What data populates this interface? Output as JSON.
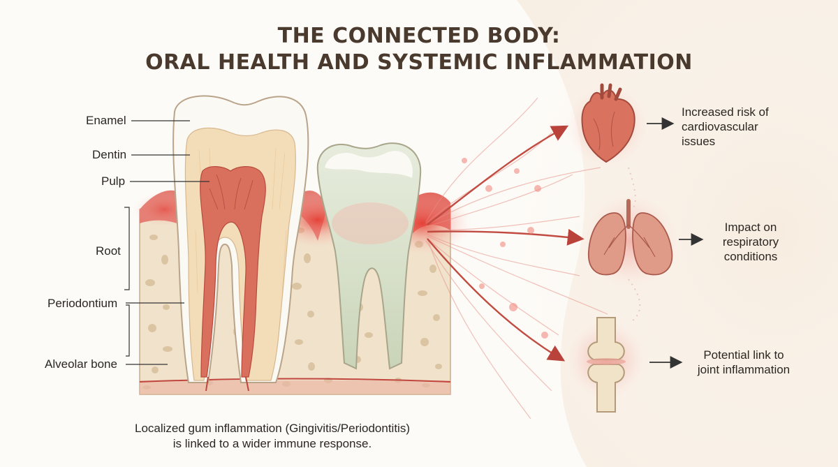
{
  "title": {
    "line1": "THE CONNECTED BODY:",
    "line2": "ORAL HEALTH AND SYSTEMIC INFLAMMATION"
  },
  "anatomy_labels": {
    "enamel": "Enamel",
    "dentin": "Dentin",
    "pulp": "Pulp",
    "root": "Root",
    "periodontium": "Periodontium",
    "alveolar_bone": "Alveolar bone"
  },
  "effects": [
    {
      "organ": "heart-icon",
      "text": "Increased risk of\ncardiovascular\nissues"
    },
    {
      "organ": "lungs-icon",
      "text": "Impact on\nrespiratory\nconditions"
    },
    {
      "organ": "knee-joint-icon",
      "text": "Potential link to\njoint inflammation"
    }
  ],
  "caption": {
    "line1": "Localized gum inflammation (Gingivitis/Periodontitis)",
    "line2": "is linked to a wider immune response."
  },
  "colors": {
    "inflammation": "#d9423a",
    "title": "#4a3a2e",
    "enamel": "#fbf9f4",
    "dentin": "#f3ddb8",
    "pulp": "#d9705e",
    "bone": "#f0e0c8",
    "gum": "#e6837a"
  }
}
